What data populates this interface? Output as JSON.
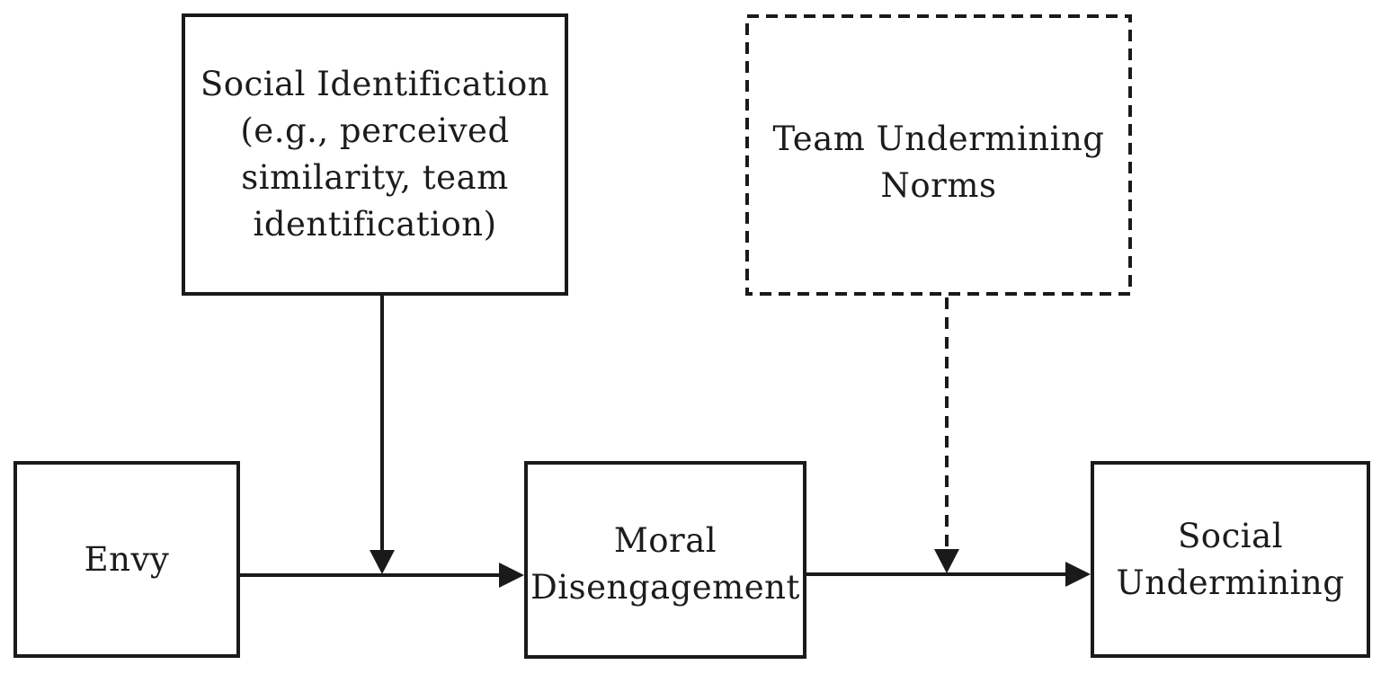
{
  "figure": {
    "background": "#ffffff",
    "ink": "#1a1a1a",
    "nodes": {
      "social_identification": {
        "lines": [
          "Social Identification",
          "(e.g., perceived",
          "similarity, team",
          "identification)"
        ]
      },
      "team_undermining_norms": {
        "lines": [
          "Team Undermining",
          "Norms"
        ]
      },
      "envy": {
        "lines": [
          "Envy"
        ]
      },
      "moral_disengagement": {
        "lines": [
          "Moral",
          "Disengagement"
        ]
      },
      "social_undermining": {
        "lines": [
          "Social",
          "Undermining"
        ]
      }
    },
    "edges": [
      {
        "from": "Envy",
        "to": "Moral Disengagement",
        "style": "solid-arrow"
      },
      {
        "from": "Social Identification (e.g., perceived similarity, team identification)",
        "to": "path Envy to Moral Disengagement",
        "style": "solid-arrow"
      },
      {
        "from": "Moral Disengagement",
        "to": "Social Undermining",
        "style": "solid-arrow"
      },
      {
        "from": "Team Undermining Norms",
        "to": "path Moral Disengagement to Social Undermining",
        "style": "dashed-arrow"
      }
    ]
  }
}
